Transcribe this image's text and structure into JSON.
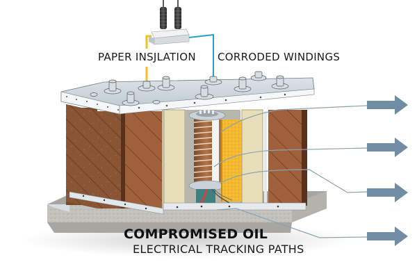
{
  "diagram": {
    "subject": "Transformer cutaway illustration",
    "labels": {
      "paper_insulation": "PAPER INSJLATION",
      "corroded_windings": "CORRODED WINDINGS",
      "compromised_oil": "COMPROMISED OIL",
      "electrical_tracking": "ELECTRICAL TRACKING PATHS"
    },
    "callout_arrows": [
      {
        "id": "arrow-1",
        "target": "yellow insulation"
      },
      {
        "id": "arrow-2",
        "target": "coil core"
      },
      {
        "id": "arrow-3",
        "target": "winding base"
      },
      {
        "id": "arrow-4",
        "target": "base plate / oil tracking"
      }
    ],
    "colors": {
      "lid": "#c9d3da",
      "lid_edge": "#f4f6f7",
      "core_wood_dark": "#7b4a2e",
      "core_wood_mid": "#9a5e3c",
      "insulation_panel": "#e8dfb9",
      "yellow_insulation": "#f3b72c",
      "coil_copper": "#a0653f",
      "base_concrete": "#bdbbb5",
      "arrow": "#6f8ea3",
      "leader_line": "#8aa3b4",
      "wire_yellow": "#f0c020",
      "wire_blue": "#2a9fd0",
      "cable_red": "#d0443c",
      "text": "#1a1a1a"
    }
  }
}
